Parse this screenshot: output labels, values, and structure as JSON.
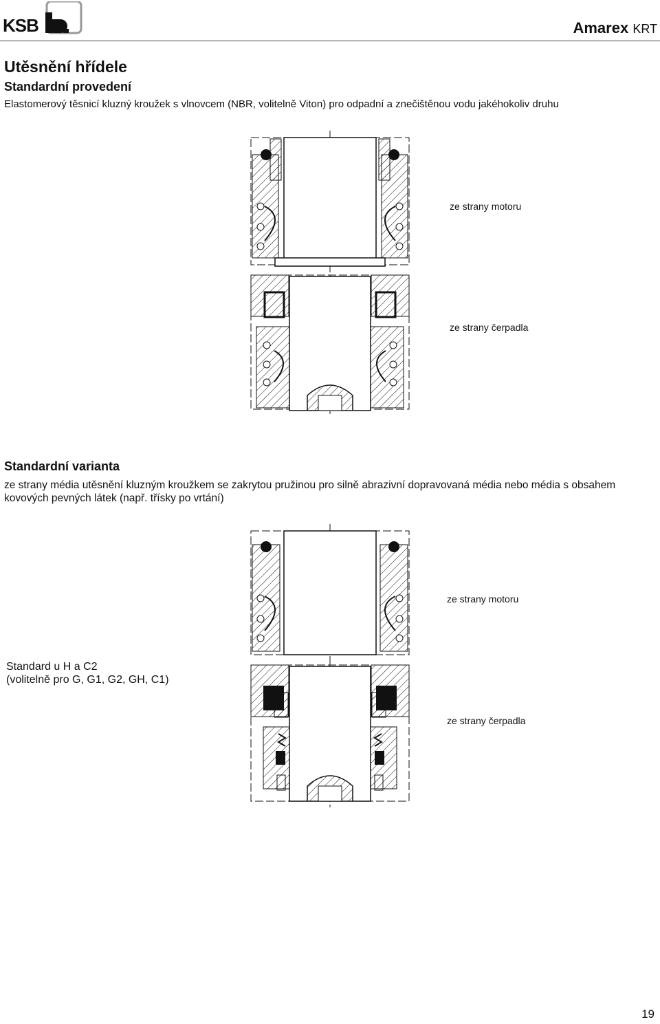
{
  "header": {
    "brand": "KSB",
    "brand_logo_icon": "ksb-b-logo",
    "product_name": "Amarex",
    "product_suffix": "KRT"
  },
  "section": {
    "title": "Utěsnění hřídele",
    "subtitle": "Standardní provedení",
    "description": "Elastomerový těsnicí kluzný kroužek s vlnovcem (NBR, volitelně Viton) pro odpadní a znečištěnou vodu jakéhokoliv druhu"
  },
  "figure1": {
    "label_motor": "ze strany motoru",
    "label_pump": "ze strany čerpadla"
  },
  "variant": {
    "title": "Standardní varianta",
    "description": "ze strany média utěsnění kluzným kroužkem se zakrytou pružinou pro silně abrazivní dopravovaná média nebo média s obsahem kovových pevných látek (např. třísky po vrtání)"
  },
  "figure2": {
    "label_motor": "ze strany motoru",
    "label_pump": "ze strany čerpadla",
    "note_line1": "Standard u H a C2",
    "note_line2": "(volitelně pro G, G1, G2, GH, C1)"
  },
  "footer": {
    "page_number": "19"
  }
}
